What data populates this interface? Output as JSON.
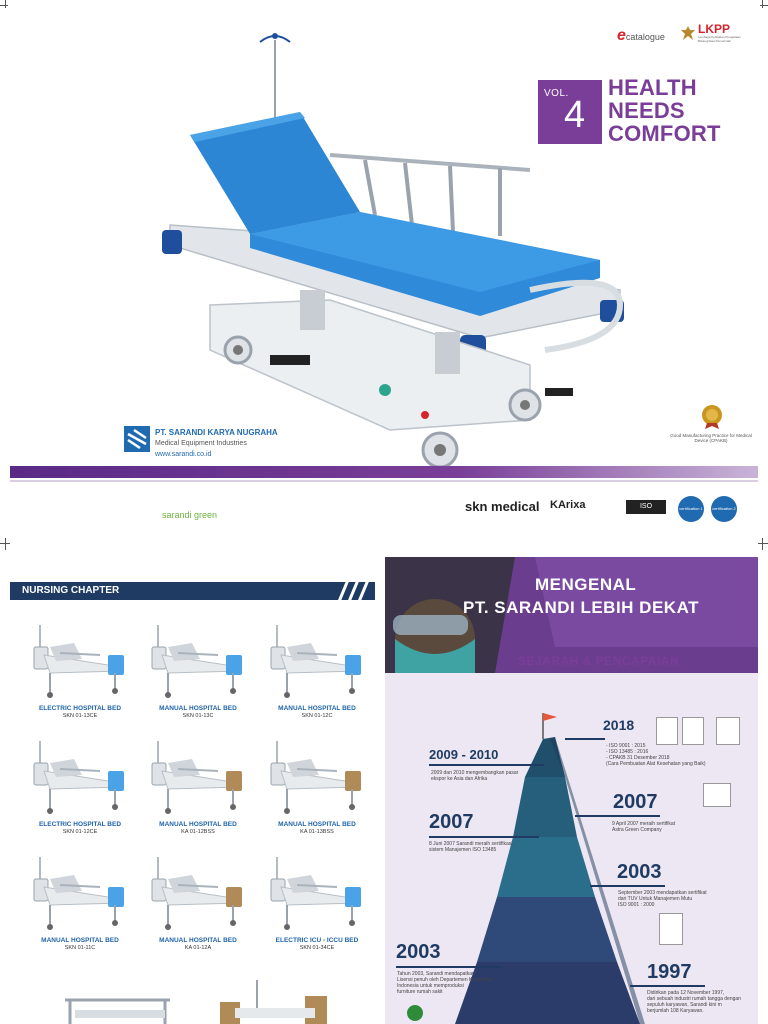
{
  "cover": {
    "ecatalogue_prefix": "e",
    "ecatalogue_label": "catalogue",
    "lkpp_label": "LKPP",
    "lkpp_subtitle": "Lembaga Kebijakan Pengadaan Barang/Jasa Pemerintah",
    "vol_label": "VOL.",
    "vol_number": "4",
    "headline": [
      "HEALTH",
      "NEEDS",
      "COMFORT"
    ],
    "company_name": "PT. SARANDI KARYA NUGRAHA",
    "company_subtitle": "Medical Equipment Industries",
    "company_url": "www.sarandi.co.id",
    "cpakb_caption": "Good Manufacturing Practice for Medical Device (CPAKB)",
    "brand_logos": [
      "sarandi green",
      "skn medical",
      "KArixa",
      "ISO",
      "certification 1",
      "certification 2"
    ],
    "accent_color": "#7a3e98",
    "navy_color": "#1f3b63"
  },
  "nursing": {
    "chapter_title": "NURSING CHAPTER",
    "beds": [
      {
        "name": "ELECTRIC HOSPITAL BED",
        "code": "SKN 01-13CE"
      },
      {
        "name": "MANUAL HOSPITAL BED",
        "code": "SKN 01-13C"
      },
      {
        "name": "MANUAL HOSPITAL BED",
        "code": "SKN 01-12C"
      },
      {
        "name": "ELECTRIC HOSPITAL BED",
        "code": "SKN 01-12CE"
      },
      {
        "name": "MANUAL HOSPITAL BED",
        "code": "KA 01-12BSS"
      },
      {
        "name": "MANUAL HOSPITAL BED",
        "code": "KA 01-13BSS"
      },
      {
        "name": "MANUAL HOSPITAL BED",
        "code": "SKN 01-11C"
      },
      {
        "name": "MANUAL HOSPITAL BED",
        "code": "KA 01-12A"
      },
      {
        "name": "ELECTRIC ICU - ICCU BED",
        "code": "SKN 01-34CE"
      }
    ]
  },
  "history": {
    "title_line1": "MENGENAL",
    "title_line2": "PT. SARANDI LEBIH DEKAT",
    "subtitle": "SEJARAH & PENCAPAIAN",
    "milestones": {
      "y2018": {
        "year": "2018",
        "lines": [
          "- ISO  9001 : 2015",
          "- ISO  13485 : 2016",
          "- CPAKB 31 Desember 2018",
          "(Cara Pembuatan Alat Kesehatan yang Baik)"
        ]
      },
      "y2009": {
        "year": "2009 - 2010",
        "lines": [
          "2009 dan 2010 mengembangkan pasar",
          "ekspor ke Asia dan Afrika"
        ]
      },
      "y2007r": {
        "year": "2007",
        "lines": [
          "9 April 2007 meraih sertifikat",
          "Astra Green Company"
        ]
      },
      "y2007l": {
        "year": "2007",
        "lines": [
          "8 Juni 2007 Sarandi meraih sertifikasi",
          "sistem Manajemen ISO 13485"
        ]
      },
      "y2003r": {
        "year": "2003",
        "lines": [
          "September 2003 mendapatkan sertifikat",
          "dari TUV Untuk Manajemen Mutu",
          "ISO 9001 : 2000"
        ]
      },
      "y2003l": {
        "year": "2003",
        "lines": [
          "Tahun 2003, Sarandi mendapatkan",
          "Lisensi penuh oleh Departemen Kesehatan",
          "Indonesia untuk memproduksi",
          "furniture rumah sakit"
        ]
      },
      "y1997": {
        "year": "1997",
        "lines": [
          "Didirikan pada 12 November 1997,",
          "dari sebuah industri rumah tangga dengan",
          "sepuluh karyawan, Sarandi kini m",
          "berjumlah 108 Karyawan."
        ]
      }
    }
  }
}
